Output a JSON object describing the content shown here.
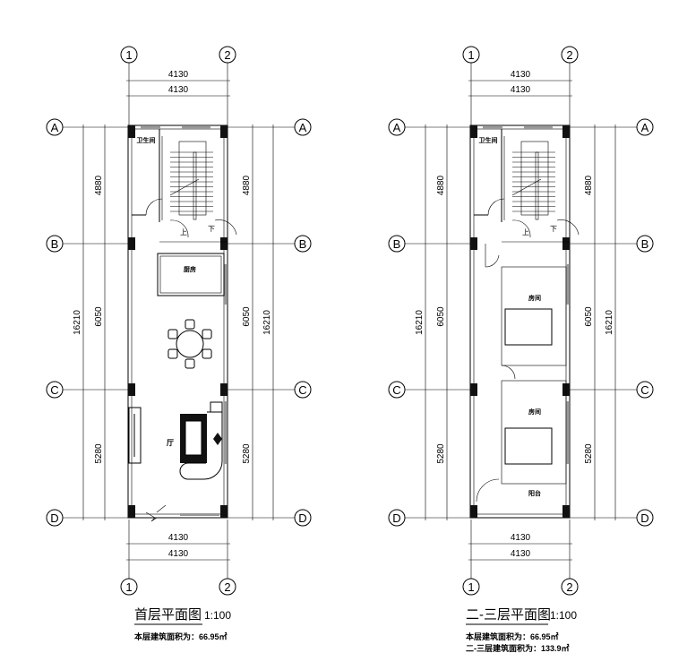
{
  "plans": [
    {
      "title": "首层平面图",
      "scale": "1:100",
      "area_lines": [
        "本层建筑面积为：66.95㎡"
      ],
      "axes_x": [
        "1",
        "2"
      ],
      "axes_y": [
        "A",
        "B",
        "C",
        "D"
      ],
      "dim_width": [
        "4130",
        "4130"
      ],
      "dim_segments": [
        "4880",
        "6050",
        "5280"
      ],
      "dim_total": "16210",
      "rooms": {
        "bath": "卫生间",
        "up": "上",
        "down": "下",
        "kitchen": "厨房",
        "living": "厅"
      }
    },
    {
      "title": "二-三层平面图",
      "scale": "1:100",
      "area_lines": [
        "本层建筑面积为：66.95㎡",
        "二-三层建筑面积为：133.9㎡"
      ],
      "axes_x": [
        "1",
        "2"
      ],
      "axes_y": [
        "A",
        "B",
        "C",
        "D"
      ],
      "dim_width": [
        "4130",
        "4130"
      ],
      "dim_segments": [
        "4880",
        "6050",
        "5280"
      ],
      "dim_total": "16210",
      "rooms": {
        "bath": "卫生间",
        "up": "上",
        "down": "下",
        "bedroom1": "房间",
        "bedroom2": "房间",
        "balcony": "阳台"
      }
    }
  ]
}
